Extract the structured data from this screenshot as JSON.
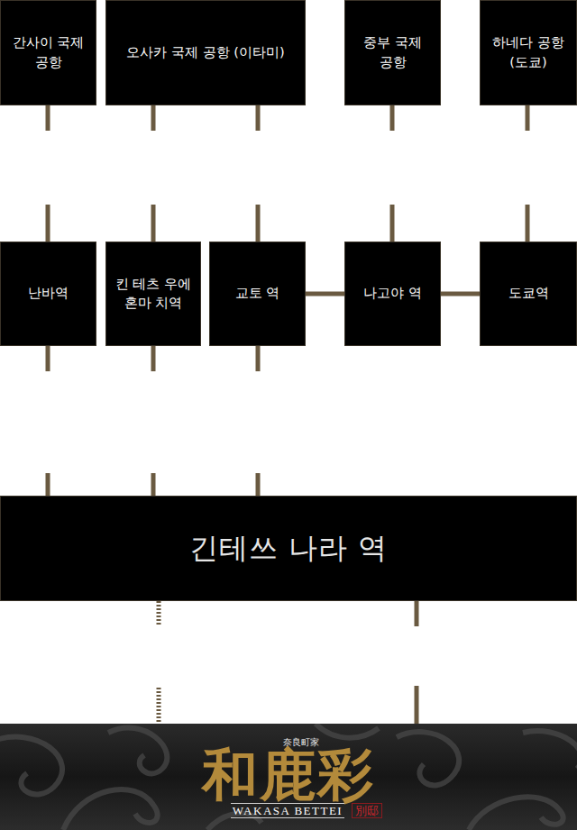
{
  "diagram": {
    "nodes": [
      {
        "text": [
          "간사이 국제 공항"
        ]
      },
      {
        "text": [
          "오사카 국제 공항 (이타미)"
        ]
      },
      {
        "text": [
          "중부 국제 공항"
        ]
      },
      {
        "text": [
          "하네다 공항 (도쿄)"
        ]
      },
      {
        "text": [
          "난바역"
        ]
      },
      {
        "text": [
          "킨 테츠 우에 혼마 치역"
        ]
      },
      {
        "text": [
          "교토 역"
        ]
      },
      {
        "text": [
          "나고야 역"
        ]
      },
      {
        "text": [
          "도쿄역"
        ]
      },
      {
        "text": [
          "긴테쓰 나라 역"
        ]
      },
      {
        "text": [
          "奈良町家",
          "和鹿彩",
          "WAKASA BETTEI",
          "別邸"
        ]
      }
    ],
    "edges": [
      {
        "from": 0,
        "to": 4,
        "arrow": "none"
      },
      {
        "from": 1,
        "to": 5,
        "arrow": "none"
      },
      {
        "from": 1,
        "to": 6,
        "arrow": "none"
      },
      {
        "from": 2,
        "to": 7,
        "arrow": "none"
      },
      {
        "from": 3,
        "to": 8,
        "arrow": "none"
      },
      {
        "from": 6,
        "to": 7,
        "arrow": "none"
      },
      {
        "from": 7,
        "to": 8,
        "arrow": "none"
      },
      {
        "from": 4,
        "to": 9,
        "arrow": "none"
      },
      {
        "from": 5,
        "to": 9,
        "arrow": "none"
      },
      {
        "from": 6,
        "to": 9,
        "arrow": "none"
      },
      {
        "from": 9,
        "to": 10,
        "arrow": "none"
      },
      {
        "from": 9,
        "to": 10,
        "arrow": "none"
      }
    ]
  }
}
